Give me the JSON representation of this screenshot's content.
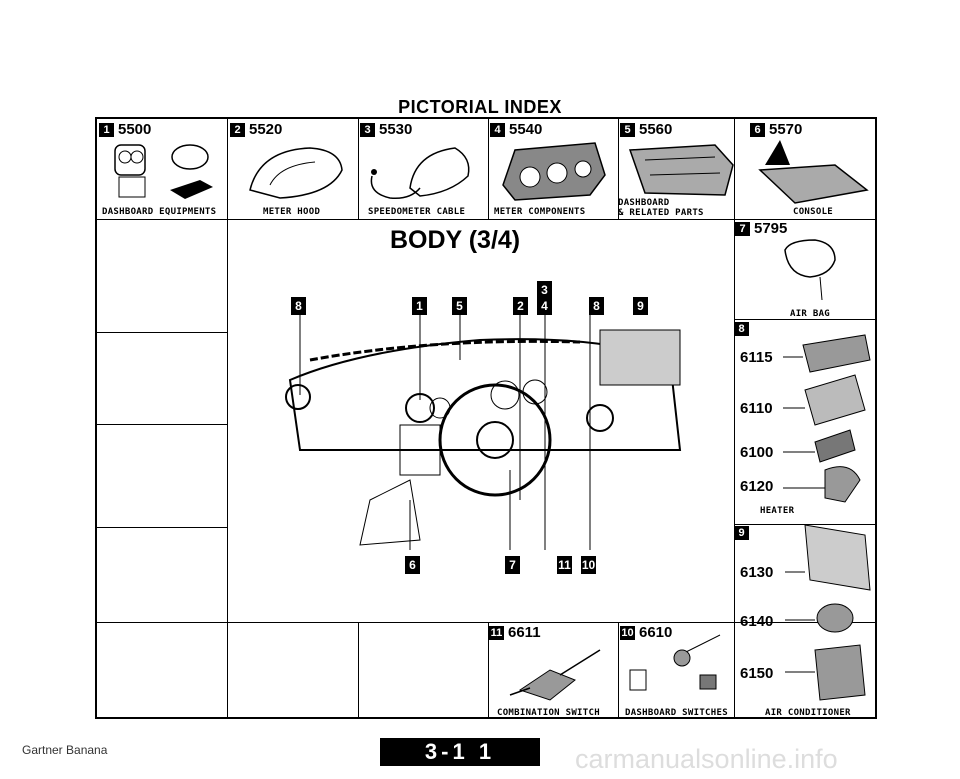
{
  "title": "PICTORIAL INDEX",
  "top_cells": [
    {
      "badge": "1",
      "code": "5500",
      "caption": "DASHBOARD EQUIPMENTS"
    },
    {
      "badge": "2",
      "code": "5520",
      "caption": "METER HOOD"
    },
    {
      "badge": "3",
      "code": "5530",
      "caption": "SPEEDOMETER CABLE"
    },
    {
      "badge": "4",
      "code": "5540",
      "caption": "METER COMPONENTS"
    },
    {
      "badge": "5",
      "code": "5560",
      "caption_line1": "DASHBOARD",
      "caption_line2": "& RELATED PARTS"
    },
    {
      "badge": "6",
      "code": "5570",
      "caption": "CONSOLE"
    }
  ],
  "body_title": "BODY (3/4)",
  "callouts_top": [
    "8",
    "1",
    "5",
    "2",
    "3",
    "4",
    "8",
    "9"
  ],
  "callouts_bottom": [
    "6",
    "7",
    "11",
    "10"
  ],
  "right_panel": {
    "airbag": {
      "badge": "7",
      "code": "5795",
      "caption": "AIR BAG"
    },
    "heater": {
      "badge": "8",
      "parts": [
        "6115",
        "6110",
        "6100",
        "6120"
      ],
      "caption": "HEATER"
    },
    "aircon": {
      "badge": "9",
      "parts": [
        "6130",
        "6140",
        "6150"
      ],
      "caption": "AIR CONDITIONER"
    }
  },
  "bottom_cells": [
    {
      "badge": "11",
      "code": "6611",
      "caption": "COMBINATION SWITCH"
    },
    {
      "badge": "10",
      "code": "6610",
      "caption": "DASHBOARD SWITCHES"
    }
  ],
  "footer_left": "Gartner Banana",
  "page_number": "3-1 1",
  "watermark": "carmanualsonline.info"
}
